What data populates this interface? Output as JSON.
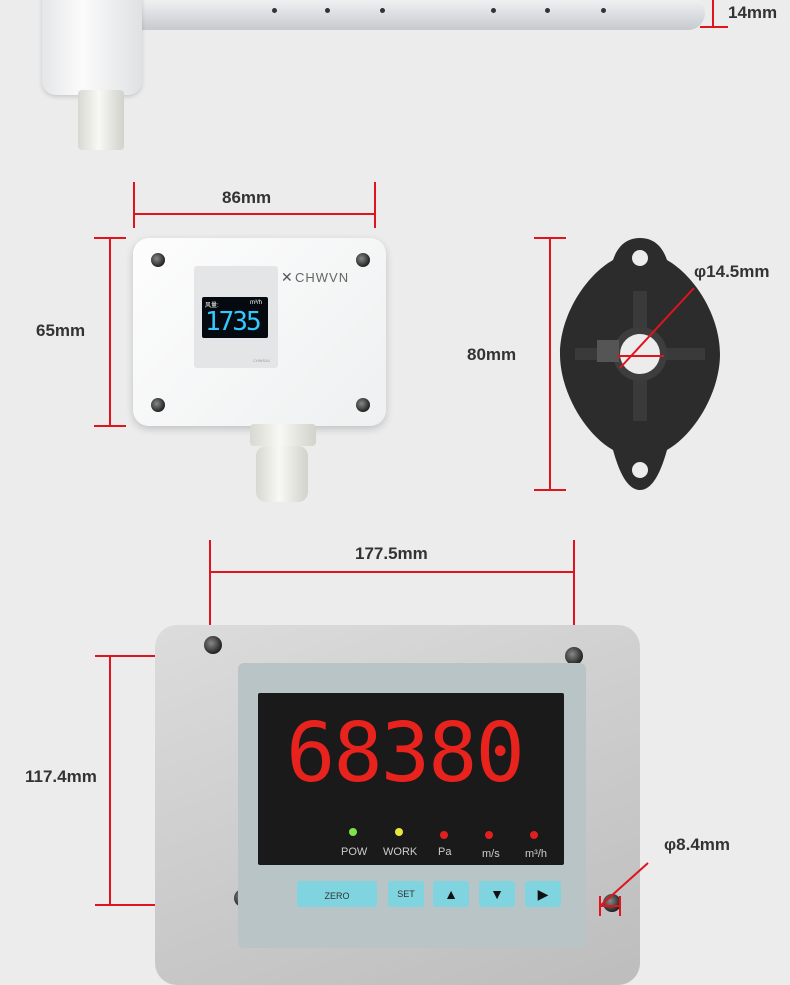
{
  "dimensions": {
    "pipe_diameter": "14mm",
    "box_width": "86mm",
    "box_height": "65mm",
    "flange_height": "80mm",
    "flange_hole": "φ14.5mm",
    "panel_width": "177.5mm",
    "panel_height": "117.4mm",
    "mount_hole": "φ8.4mm"
  },
  "transmitter": {
    "brand": "CHWVN",
    "lcd_label": "风量:",
    "lcd_unit": "m³/h",
    "lcd_value": "1735",
    "model_text": "CHWSA1"
  },
  "display": {
    "value": "68380",
    "leds": [
      {
        "label": "POW",
        "color": "#7ee34a"
      },
      {
        "label": "WORK",
        "color": "#e8e83a"
      },
      {
        "label": "Pa",
        "color": "#e02020"
      },
      {
        "label": "m/s",
        "color": "#e02020"
      },
      {
        "label": "m³/h",
        "color": "#e02020"
      }
    ],
    "buttons": [
      "ZERO",
      "SET",
      "▲",
      "▼",
      "▶"
    ]
  },
  "colors": {
    "dimension_line": "#e0141e",
    "segment_red": "#e8231d"
  }
}
